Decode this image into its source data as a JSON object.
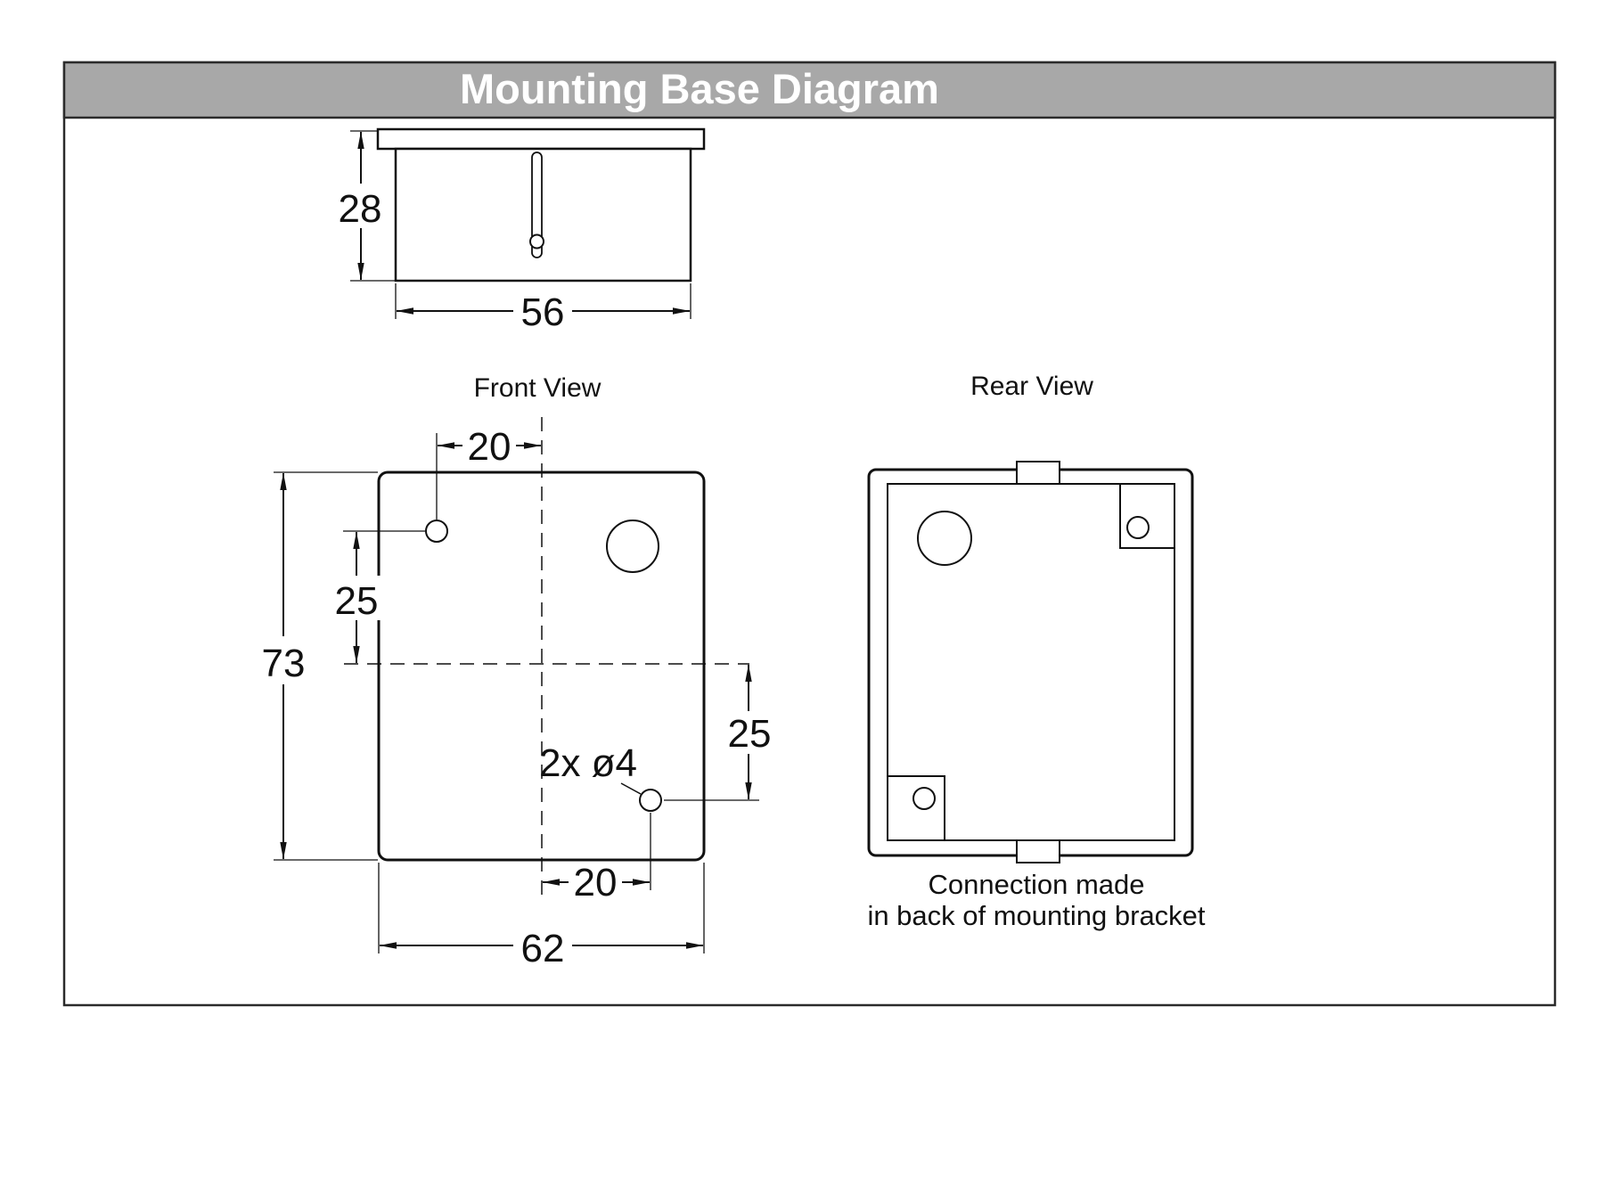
{
  "header": {
    "title": "Mounting Base Diagram"
  },
  "labels": {
    "front_view": "Front View",
    "rear_view": "Rear View"
  },
  "side_view": {
    "height": "28",
    "width": "56"
  },
  "front_view": {
    "top_offset": "20",
    "hole_spacing_upper": "25",
    "total_height": "73",
    "hole_spacing_lower": "25",
    "hole_callout": "2x ø4",
    "bottom_offset": "20",
    "total_width": "62"
  },
  "rear_view": {
    "note_line1": "Connection made",
    "note_line2": "in back of mounting bracket"
  },
  "colors": {
    "header_bg": "#a8a8a8",
    "line": "#000000",
    "header_text": "#ffffff"
  }
}
